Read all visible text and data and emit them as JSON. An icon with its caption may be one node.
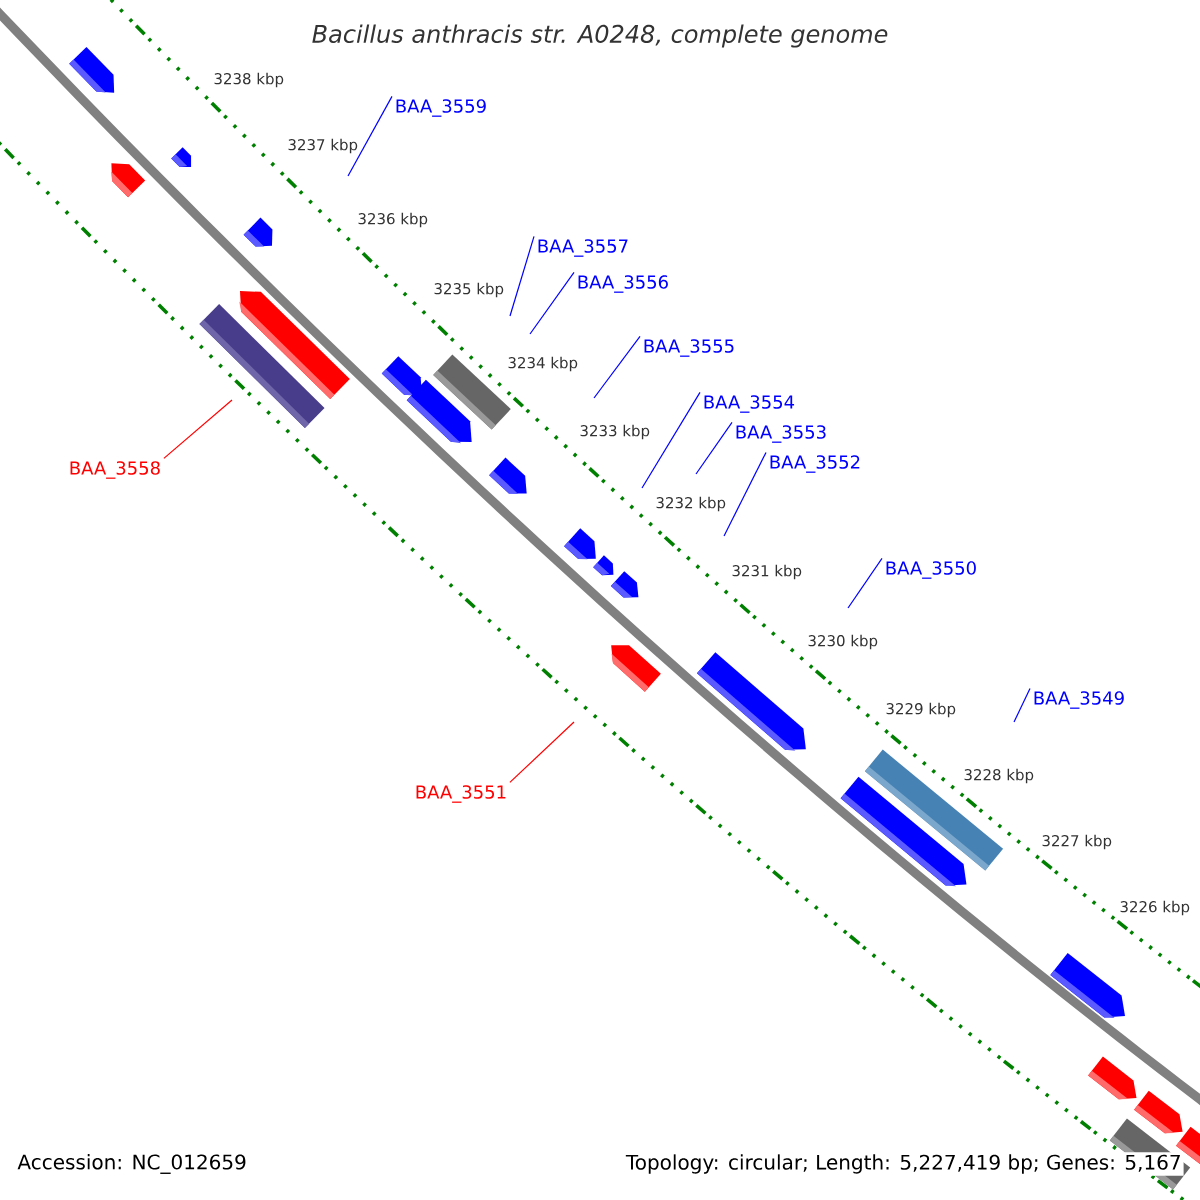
{
  "diagram": {
    "title": "Bacillus anthracis str. A0248, complete genome",
    "nodes": [
      {
        "text": [
          "BAA_3559"
        ]
      },
      {
        "text": [
          "BAA_3557"
        ]
      },
      {
        "text": [
          "BAA_3556"
        ]
      },
      {
        "text": [
          "BAA_3555"
        ]
      },
      {
        "text": [
          "BAA_3554"
        ]
      },
      {
        "text": [
          "BAA_3553"
        ]
      },
      {
        "text": [
          "BAA_3552"
        ]
      },
      {
        "text": [
          "BAA_3558"
        ]
      },
      {
        "text": [
          "BAA_3550"
        ]
      },
      {
        "text": [
          "BAA_3549"
        ]
      },
      {
        "text": [
          "BAA_3551"
        ]
      }
    ],
    "edges": [
      {
        "from": 0,
        "to": null,
        "arrow": "none"
      },
      {
        "from": 1,
        "to": null,
        "arrow": "none"
      },
      {
        "from": 2,
        "to": null,
        "arrow": "none"
      },
      {
        "from": 3,
        "to": null,
        "arrow": "none"
      },
      {
        "from": 4,
        "to": null,
        "arrow": "none"
      },
      {
        "from": 5,
        "to": null,
        "arrow": "none"
      },
      {
        "from": 6,
        "to": null,
        "arrow": "none"
      },
      {
        "from": 7,
        "to": null,
        "arrow": "none",
        "color": "#ff0000"
      },
      {
        "from": 8,
        "to": null,
        "arrow": "none"
      },
      {
        "from": 9,
        "to": null,
        "arrow": "none"
      },
      {
        "from": 10,
        "to": null,
        "arrow": "none",
        "color": "#ff0000"
      }
    ],
    "labels": [
      "3238 kbp",
      "3237 kbp",
      "3236 kbp",
      "3235 kbp",
      "3234 kbp",
      "3233 kbp",
      "3232 kbp",
      "3231 kbp",
      "3230 kbp",
      "3229 kbp",
      "3228 kbp",
      "3227 kbp",
      "3226 kbp",
      "Accession: NC_012659",
      "Topology: circular; Length: 5,227,419 bp; Genes: 5,167"
    ]
  }
}
